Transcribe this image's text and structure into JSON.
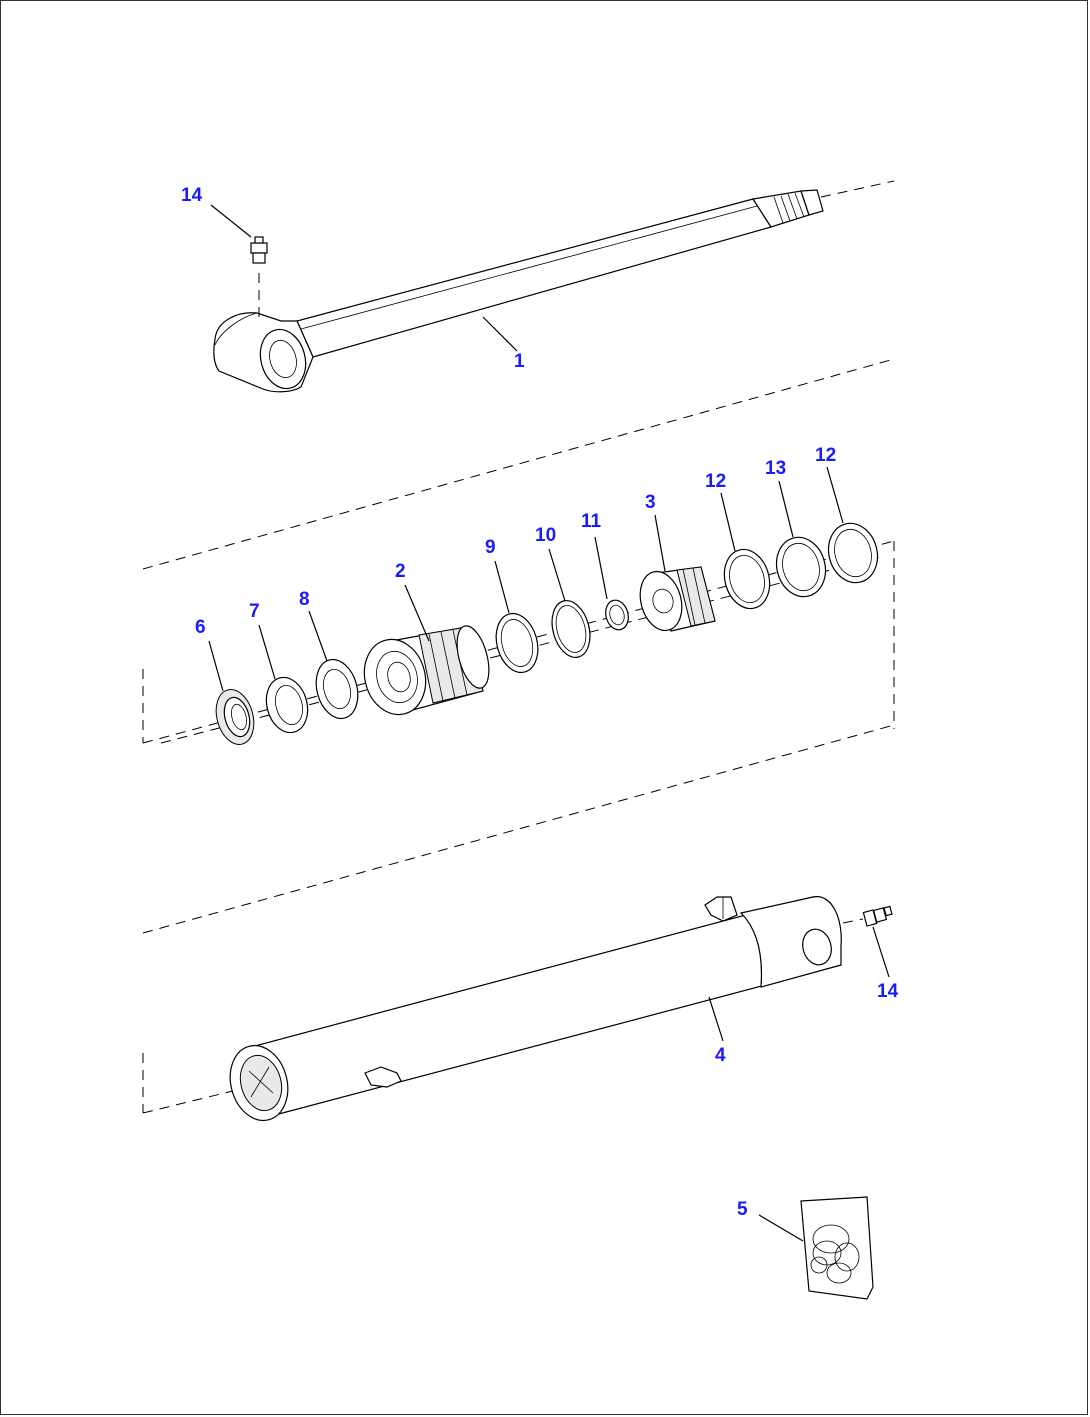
{
  "diagram": {
    "callouts": {
      "c1": "1",
      "c2": "2",
      "c3": "3",
      "c4": "4",
      "c5": "5",
      "c6": "6",
      "c7": "7",
      "c8": "8",
      "c9": "9",
      "c10": "10",
      "c11": "11",
      "c12a": "12",
      "c12b": "12",
      "c13": "13",
      "c14a": "14",
      "c14b": "14"
    },
    "colors": {
      "callout": "#1a1aff",
      "line": "#000000"
    }
  }
}
